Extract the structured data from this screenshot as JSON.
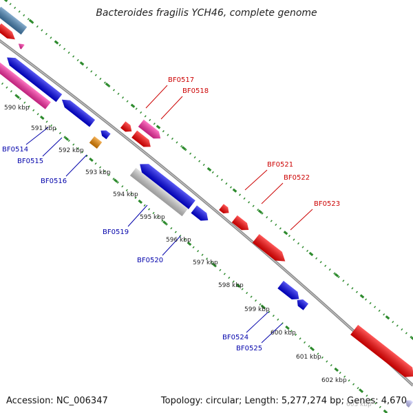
{
  "title": "Bacteroides fragilis YCH46, complete genome",
  "footer": {
    "accession": "Accession: NC_006347",
    "summary": "Topology: circular; Length: 5,277,274 bp; Genes: 4,670"
  },
  "colors": {
    "backbone": "#8a8a8a",
    "tick_dots": "#2e8b2e",
    "forward_label": "#cc0000",
    "reverse_label": "#0000aa",
    "red": "#ff0000",
    "blue": "#0000ee",
    "pink": "#ff2ea6",
    "orange": "#f08a00",
    "grey": "#cfcfcf",
    "steelblue": "#4682b4",
    "lavender": "#c8c8ff"
  },
  "kbp_labels": [
    "590 kbp",
    "591 kbp",
    "592 kbp",
    "593 kbp",
    "594 kbp",
    "595 kbp",
    "596 kbp",
    "597 kbp",
    "598 kbp",
    "599 kbp",
    "600 kbp",
    "601 kbp",
    "602 kbp",
    "603 kbp"
  ],
  "forward_genes": [
    "BF0517",
    "BF0518",
    "BF0521",
    "BF0522",
    "BF0523"
  ],
  "reverse_genes": [
    "BF0514",
    "BF0515",
    "BF0516",
    "BF0519",
    "BF0520",
    "BF0524",
    "BF0525"
  ]
}
